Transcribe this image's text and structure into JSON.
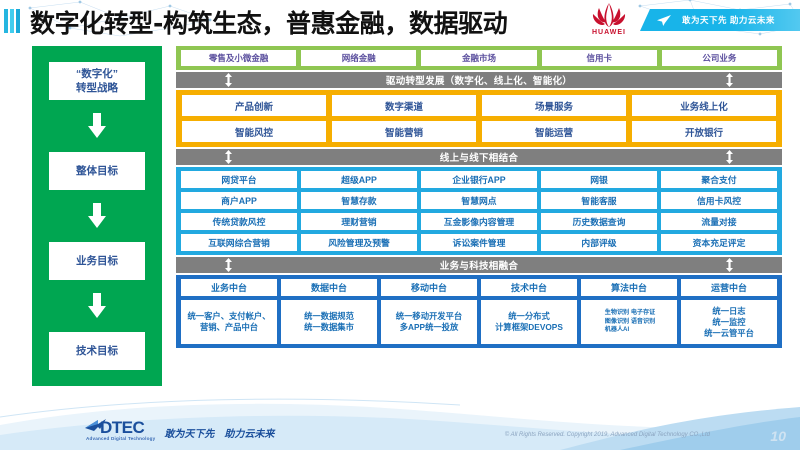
{
  "header": {
    "title": "数字化转型-构筑生态，普惠金融，数据驱动",
    "brand": "HUAWEI",
    "ribbon_text": "敢为天下先 助力云未来",
    "brand_color": "#c8102e",
    "ribbon_color": "#18b4e9"
  },
  "sidebar": {
    "bg_color": "#00a651",
    "items": [
      {
        "label": "“数字化”\n转型战略"
      },
      {
        "label": "整体目标"
      },
      {
        "label": "业务目标"
      },
      {
        "label": "技术目标"
      }
    ],
    "item0_line1": "“数字化”",
    "item0_line2": "转型战略",
    "item1": "整体目标",
    "item2": "业务目标",
    "item3": "技术目标"
  },
  "business_lines": {
    "bg_color": "#8fc652",
    "items": [
      "零售及小微金融",
      "网络金融",
      "金融市场",
      "信用卡",
      "公司业务"
    ]
  },
  "connector_bars": {
    "bar1": "驱动转型发展（数字化、线上化、智能化）",
    "bar2": "线上与线下相结合",
    "bar3": "业务与科技相融合",
    "color": "#7f7f7f"
  },
  "capability_band": {
    "bg_color": "#f6ae00",
    "rows": [
      [
        "产品创新",
        "数字渠道",
        "场景服务",
        "业务线上化"
      ],
      [
        "智能风控",
        "智能营销",
        "智能运营",
        "开放银行"
      ]
    ]
  },
  "application_band": {
    "bg_color": "#22a9e0",
    "rows": [
      [
        "网贷平台",
        "超级APP",
        "企业银行APP",
        "网银",
        "聚合支付"
      ],
      [
        "商户APP",
        "智慧存款",
        "智慧网点",
        "智能客服",
        "信用卡风控"
      ],
      [
        "传统贷款风控",
        "理财营销",
        "互金影像内容管理",
        "历史数据查询",
        "流量对接"
      ],
      [
        "互联网综合营销",
        "风险管理及预警",
        "诉讼案件管理",
        "内部评级",
        "资本充足评定"
      ]
    ]
  },
  "platform_band": {
    "bg_color": "#1f6fc4",
    "columns": [
      {
        "title": "业务中台",
        "detail": "统一客户、支付帐户、营销、产品中台"
      },
      {
        "title": "数据中台",
        "detail": "统一数据规范\n统一数据集市"
      },
      {
        "title": "移动中台",
        "detail": "统一移动开发平台\n多APP统一投放"
      },
      {
        "title": "技术中台",
        "detail": "统一分布式\n计算框架DEVOPS"
      },
      {
        "title": "算法中台",
        "detail": "生物识别 电子存证\n图像识别 语音识别\n机器人AI"
      },
      {
        "title": "运营中台",
        "detail": "统一日志\n统一监控\n统一云管平台"
      }
    ]
  },
  "footer": {
    "logo_name": "DTEC",
    "logo_sub": "Advanced Digital Technology",
    "tagline": "敢为天下先　助力云未来",
    "copyright": "© All Rights Reserved. Copyright 2019, Advanced Digital Technology CO.,Ltd",
    "page_number": "10"
  }
}
